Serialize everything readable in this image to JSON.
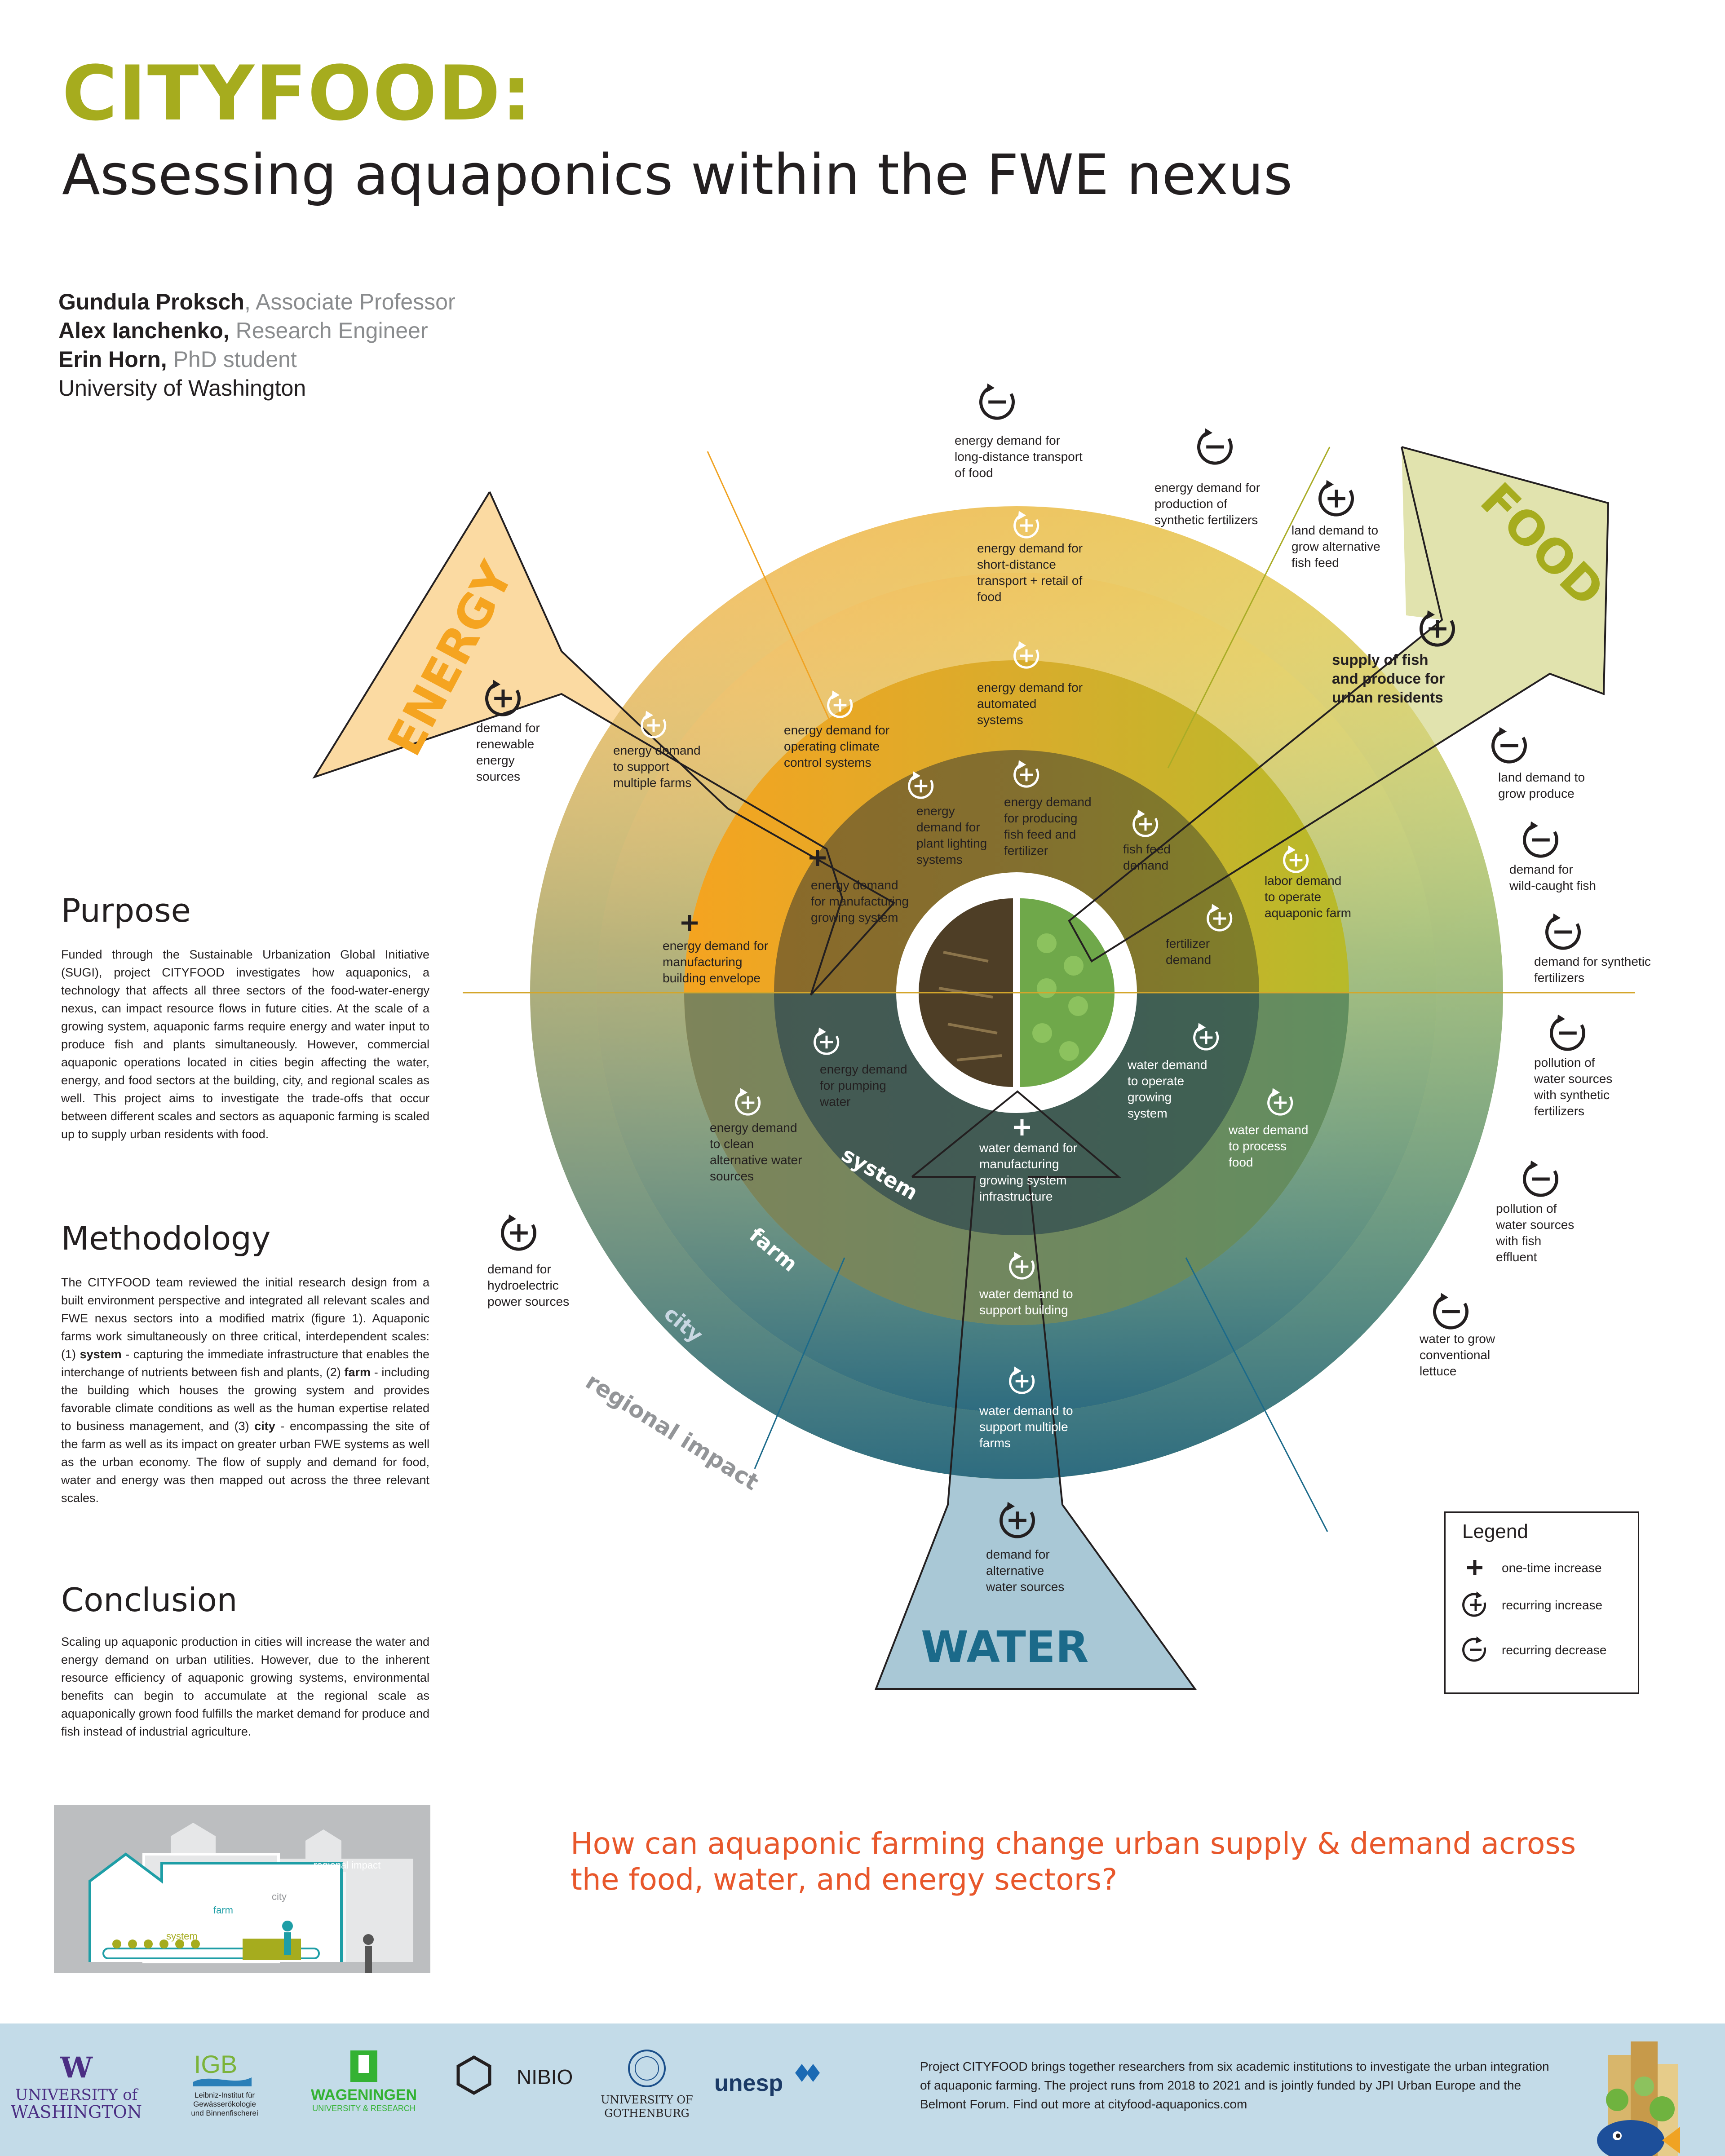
{
  "header": {
    "title": "CITYFOOD:",
    "subtitle": "Assessing aquaponics within the FWE nexus"
  },
  "authors": [
    {
      "name": "Gundula Proksch",
      "role": ", Associate Professor"
    },
    {
      "name": "Alex Ianchenko,",
      "role": " Research Engineer"
    },
    {
      "name": "Erin Horn,",
      "role": " PhD student"
    }
  ],
  "affiliation": "University of Washington",
  "sections": {
    "purpose": {
      "heading": "Purpose",
      "text": "Funded through the Sustainable Urbanization Global Initiative (SUGI), project CITYFOOD investigates how aquaponics, a technology that affects all three sectors of the food-water-energy nexus, can impact resource flows in future cities. At the scale of a growing system, aquaponic farms require energy and water input to produce fish and plants simultaneously. However, commercial aquaponic operations located in cities begin affecting the water, energy, and food sectors at the building, city, and regional scales as well. This project aims to investigate the trade-offs that occur between different scales and sectors as aquaponic farming is scaled up to supply urban residents with food."
    },
    "methodology": {
      "heading": "Methodology",
      "text_a": "The CITYFOOD team reviewed the initial research design from a built environment perspective and integrated all relevant scales and FWE nexus sectors into a modified matrix (figure 1). Aquaponic farms work simultaneously on three critical, interdependent scales: (1) ",
      "b1": "system",
      "text_b": " - capturing the immediate infrastructure that enables the interchange of nutrients between fish and plants, (2) ",
      "b2": "farm",
      "text_c": " - including the building which houses the growing system and provides favorable climate conditions as well as the human expertise related to business management, and (3) ",
      "b3": "city",
      "text_d": " - encompassing the site of the farm as well as its impact on greater urban FWE systems as well as the urban economy. The flow of supply and demand for food, water and energy was then mapped out across the three relevant scales."
    },
    "conclusion": {
      "heading": "Conclusion",
      "text": "Scaling up aquaponic production in cities will increase the water and energy demand on urban utilities. However, due to the inherent resource efficiency of aquaponic growing systems, environmental benefits can begin to accumulate at the regional scale as aquaponically grown food fulfills the market demand for produce and fish instead of industrial agriculture."
    }
  },
  "figure": {
    "regional": "regional impact",
    "city": "city",
    "farm": "farm",
    "system": "system"
  },
  "question": "How can aquaponic farming change urban supply & demand across the food, water, and energy sectors?",
  "diagram": {
    "sectors": {
      "energy": "ENERGY",
      "food": "FOOD",
      "water": "WATER"
    },
    "rings": {
      "system": "system",
      "farm": "farm",
      "city": "city",
      "regional": "regional impact"
    },
    "labels": [
      {
        "id": "l1",
        "text": "energy demand for\nlong-distance transport\nof food",
        "icon": "minus"
      },
      {
        "id": "l2",
        "text": "energy demand for\nproduction of\nsynthetic fertilizers",
        "icon": "minus"
      },
      {
        "id": "l3",
        "text": "land demand to\ngrow alternative\nfish feed",
        "icon": "plus-rec"
      },
      {
        "id": "l4",
        "text": "supply of fish\nand produce for\nurban residents",
        "icon": "plus-rec"
      },
      {
        "id": "l5",
        "text": "land demand to\ngrow produce",
        "icon": "minus"
      },
      {
        "id": "l6",
        "text": "demand for\nwild-caught fish",
        "icon": "minus"
      },
      {
        "id": "l7",
        "text": "demand for synthetic\nfertilizers",
        "icon": "minus"
      },
      {
        "id": "l8",
        "text": "pollution of\nwater sources\nwith synthetic\nfertilizers",
        "icon": "minus"
      },
      {
        "id": "l9",
        "text": "pollution of\nwater sources\nwith fish\neffluent",
        "icon": "minus"
      },
      {
        "id": "l10",
        "text": "water to grow\nconventional\nlettuce",
        "icon": "minus"
      },
      {
        "id": "l11",
        "text": "demand for\nalternative\nwater sources",
        "icon": "plus-rec"
      },
      {
        "id": "l12",
        "text": "demand for\nhydroelectric\npower sources",
        "icon": "plus-rec"
      },
      {
        "id": "l13",
        "text": "demand for\nrenewable\nenergy\nsources",
        "icon": "plus-rec"
      },
      {
        "id": "l14",
        "text": "energy demand for\nshort-distance\ntransport + retail of\nfood",
        "icon": "plus-rec"
      },
      {
        "id": "l15",
        "text": "energy demand\nto support\nmultiple farms",
        "icon": "plus-rec"
      },
      {
        "id": "l16",
        "text": "energy demand for\noperating climate\ncontrol systems",
        "icon": "plus-rec"
      },
      {
        "id": "l17",
        "text": "energy demand for\nautomated\nsystems",
        "icon": "plus-rec"
      },
      {
        "id": "l18",
        "text": "energy\ndemand for\nplant lighting\nsystems",
        "icon": "plus-rec"
      },
      {
        "id": "l19",
        "text": "energy demand\nfor producing\nfish feed and\nfertilizer",
        "icon": "plus-rec"
      },
      {
        "id": "l20",
        "text": "fish feed\ndemand",
        "icon": "plus-rec"
      },
      {
        "id": "l21",
        "text": "labor demand\nto operate\naquaponic farm",
        "icon": "plus-rec"
      },
      {
        "id": "l22",
        "text": "energy demand\nfor manufacturing\ngrowing system",
        "icon": "plus"
      },
      {
        "id": "l23",
        "text": "fertilizer\ndemand",
        "icon": "plus-rec"
      },
      {
        "id": "l24",
        "text": "energy demand for\nmanufacturing\nbuilding envelope",
        "icon": "plus"
      },
      {
        "id": "l25",
        "text": "energy demand\nfor pumping\nwater",
        "icon": "plus-rec"
      },
      {
        "id": "l26",
        "text": "water demand\nto operate\ngrowing\nsystem",
        "icon": "plus-rec"
      },
      {
        "id": "l27",
        "text": "water demand\nto process\nfood",
        "icon": "plus-rec"
      },
      {
        "id": "l28",
        "text": "energy demand\nto clean\nalternative water\nsources",
        "icon": "plus-rec"
      },
      {
        "id": "l29",
        "text": "water demand for\nmanufacturing\ngrowing system\ninfrastructure",
        "icon": "plus"
      },
      {
        "id": "l30",
        "text": "water demand to\nsupport building",
        "icon": "plus-rec"
      },
      {
        "id": "l31",
        "text": "water demand to\nsupport multiple\nfarms",
        "icon": "plus-rec"
      }
    ]
  },
  "legend": {
    "title": "Legend",
    "items": [
      {
        "icon": "plus",
        "label": "one-time increase"
      },
      {
        "icon": "plus-rec",
        "label": "recurring increase"
      },
      {
        "icon": "minus",
        "label": "recurring decrease"
      }
    ]
  },
  "footer": {
    "text": "Project CITYFOOD brings together researchers from six academic institutions to investigate the urban integration of aquaponic farming. The project runs from 2018 to 2021 and is jointly funded by JPI Urban Europe and the Belmont Forum. Find out more at cityfood-aquaponics.com",
    "logos": {
      "uw_mark": "W",
      "uw_line1": "UNIVERSITY of",
      "uw_line2": "WASHINGTON",
      "igb": "IGB",
      "igb_line1": "Leibniz-Institut für",
      "igb_line2": "Gewässerökologie",
      "igb_line3": "und Binnenfischerei",
      "wur_line1": "WAGENINGEN",
      "wur_line2": "UNIVERSITY & RESEARCH",
      "nibio": "NIBIO",
      "gu_line1": "UNIVERSITY OF",
      "gu_line2": "GOTHENBURG",
      "unesp": "unesp"
    }
  }
}
